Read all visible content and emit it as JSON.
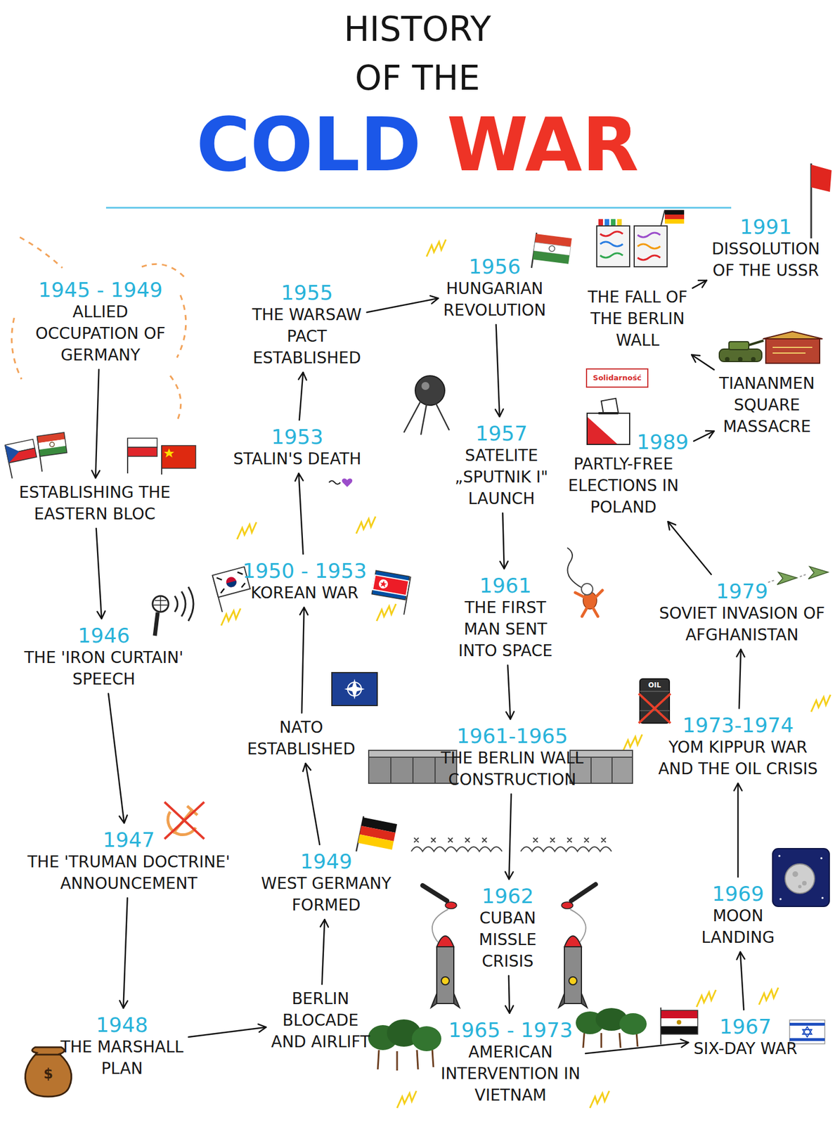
{
  "diagram": {
    "title": "HISTORY OF THE COLD WAR",
    "nodes": [
      {
        "text": [
          "1945 - 1949",
          "ALLIED OCCUPATION OF GERMANY"
        ]
      },
      {
        "text": [
          "ESTABLISHING THE EASTERN BLOC"
        ]
      },
      {
        "text": [
          "1946",
          "THE 'IRON CURTAIN' SPEECH"
        ]
      },
      {
        "text": [
          "1947",
          "THE 'TRUMAN DOCTRINE' ANNOUNCEMENT"
        ]
      },
      {
        "text": [
          "1948",
          "THE MARSHALL PLAN"
        ]
      },
      {
        "text": [
          "BERLIN BLOCADE AND AIRLIFT"
        ]
      },
      {
        "text": [
          "1949",
          "WEST GERMANY FORMED"
        ]
      },
      {
        "text": [
          "NATO ESTABLISHED"
        ]
      },
      {
        "text": [
          "1950 - 1953",
          "KOREAN WAR"
        ]
      },
      {
        "text": [
          "1953",
          "STALIN'S DEATH"
        ]
      },
      {
        "text": [
          "1955",
          "THE WARSAW PACT ESTABLISHED"
        ]
      },
      {
        "text": [
          "1956",
          "HUNGARIAN REVOLUTION"
        ]
      },
      {
        "text": [
          "1957",
          "SATELITE „SPUTNIK I\" LAUNCH"
        ]
      },
      {
        "text": [
          "1961",
          "THE FIRST MAN SENT INTO SPACE"
        ]
      },
      {
        "text": [
          "1961-1965",
          "THE BERLIN WALL CONSTRUCTION"
        ]
      },
      {
        "text": [
          "1962",
          "CUBAN MISSLE CRISIS"
        ]
      },
      {
        "text": [
          "1965 - 1973",
          "AMERICAN INTERVENTION IN VIETNAM"
        ]
      },
      {
        "text": [
          "1967",
          "SIX-DAY WAR"
        ]
      },
      {
        "text": [
          "1969",
          "MOON LANDING"
        ]
      },
      {
        "text": [
          "1973-1974",
          "YOM KIPPUR WAR AND THE OIL CRISIS"
        ]
      },
      {
        "text": [
          "1979",
          "SOVIET INVASION OF AFGHANISTAN"
        ]
      },
      {
        "text": [
          "1989",
          "PARTLY-FREE ELECTIONS IN POLAND"
        ]
      },
      {
        "text": [
          "TIANANMEN SQUARE MASSACRE"
        ]
      },
      {
        "text": [
          "THE FALL OF THE BERLIN WALL"
        ]
      },
      {
        "text": [
          "1991",
          "DISSOLUTION OF THE USSR"
        ]
      }
    ],
    "edges": [
      {
        "from": 0,
        "to": 1,
        "arrow": "to"
      },
      {
        "from": 1,
        "to": 2,
        "arrow": "to"
      },
      {
        "from": 2,
        "to": 3,
        "arrow": "to"
      },
      {
        "from": 3,
        "to": 4,
        "arrow": "to"
      },
      {
        "from": 4,
        "to": 5,
        "arrow": "to"
      },
      {
        "from": 5,
        "to": 6,
        "arrow": "to"
      },
      {
        "from": 6,
        "to": 7,
        "arrow": "to"
      },
      {
        "from": 7,
        "to": 8,
        "arrow": "to"
      },
      {
        "from": 8,
        "to": 9,
        "arrow": "to"
      },
      {
        "from": 9,
        "to": 10,
        "arrow": "to"
      },
      {
        "from": 10,
        "to": 11,
        "arrow": "to"
      },
      {
        "from": 11,
        "to": 12,
        "arrow": "to"
      },
      {
        "from": 12,
        "to": 13,
        "arrow": "to"
      },
      {
        "from": 13,
        "to": 14,
        "arrow": "to"
      },
      {
        "from": 14,
        "to": 15,
        "arrow": "to"
      },
      {
        "from": 15,
        "to": 16,
        "arrow": "to"
      },
      {
        "from": 16,
        "to": 17,
        "arrow": "to"
      },
      {
        "from": 17,
        "to": 18,
        "arrow": "to"
      },
      {
        "from": 18,
        "to": 19,
        "arrow": "to"
      },
      {
        "from": 19,
        "to": 20,
        "arrow": "to"
      },
      {
        "from": 20,
        "to": 21,
        "arrow": "to"
      },
      {
        "from": 21,
        "to": 22,
        "arrow": "to"
      },
      {
        "from": 22,
        "to": 23,
        "arrow": "to"
      },
      {
        "from": 23,
        "to": 24,
        "arrow": "to"
      }
    ],
    "labels": [
      "Solidarność",
      "OIL",
      "$"
    ]
  }
}
